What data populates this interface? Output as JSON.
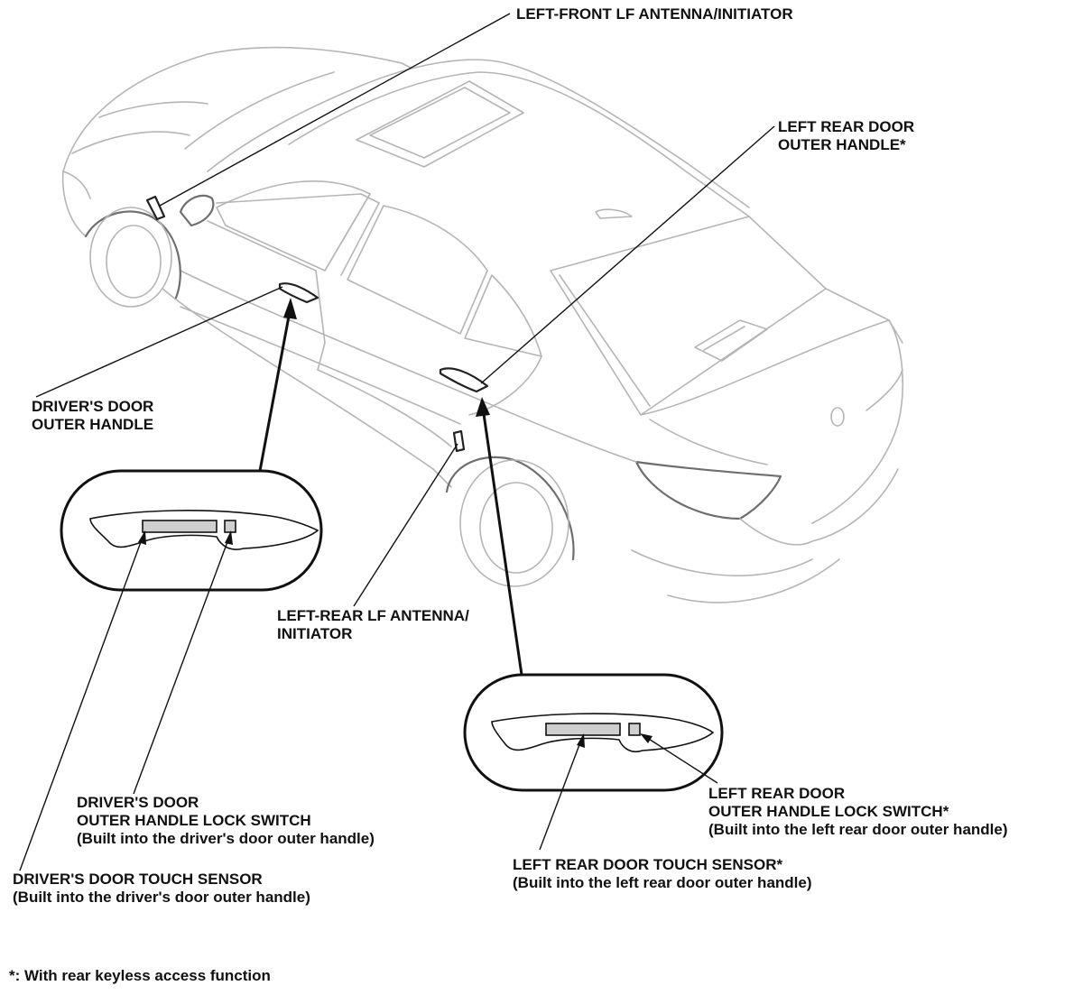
{
  "labels": {
    "left_front_antenna": "LEFT-FRONT LF ANTENNA/INITIATOR",
    "left_rear_door_outer_handle": [
      "LEFT REAR DOOR",
      "OUTER HANDLE*"
    ],
    "drivers_door_outer_handle": [
      "DRIVER'S DOOR",
      "OUTER HANDLE"
    ],
    "left_rear_antenna": [
      "LEFT-REAR LF ANTENNA/",
      "INITIATOR"
    ],
    "drivers_lock_switch": [
      "DRIVER'S DOOR",
      "OUTER HANDLE LOCK SWITCH",
      "(Built into the driver's door outer handle)"
    ],
    "drivers_touch_sensor": [
      "DRIVER'S DOOR TOUCH SENSOR",
      "(Built into the driver's door outer handle)"
    ],
    "left_rear_lock_switch": [
      "LEFT REAR DOOR",
      "OUTER HANDLE LOCK SWITCH*",
      "(Built into the left rear door outer handle)"
    ],
    "left_rear_touch_sensor": [
      "LEFT REAR DOOR TOUCH SENSOR*",
      "(Built into the left rear door outer handle)"
    ]
  },
  "footnote": "*: With rear keyless access function"
}
